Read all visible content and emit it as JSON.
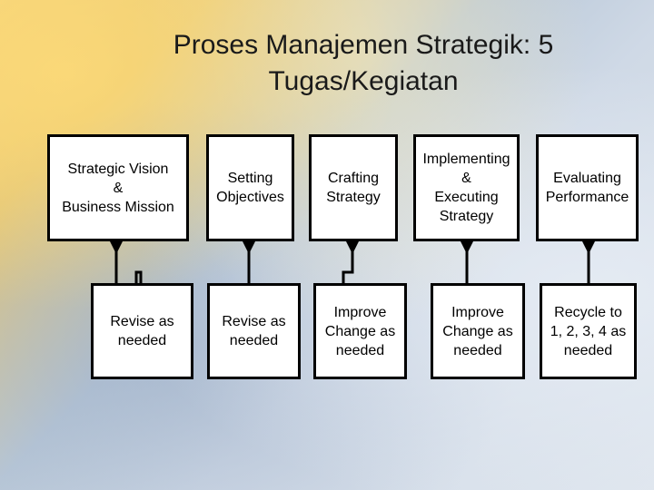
{
  "title": "Proses Manajemen Strategik: 5 Tugas/Kegiatan",
  "tasks": [
    {
      "label": "Strategic Vision\n&\nBusiness Mission"
    },
    {
      "label": "Setting\nObjectives"
    },
    {
      "label": "Crafting\nStrategy"
    },
    {
      "label": "Implementing\n&\nExecuting\nStrategy"
    },
    {
      "label": "Evaluating\nPerformance"
    }
  ],
  "feedback": [
    {
      "label": "Revise  as\nneeded"
    },
    {
      "label": "Revise  as\nneeded"
    },
    {
      "label": "Improve\nChange  as\nneeded"
    },
    {
      "label": "Improve\nChange  as\nneeded"
    },
    {
      "label": "Recycle to\n1, 2, 3, 4 as\nneeded"
    }
  ],
  "colors": {
    "box_border": "#000000",
    "box_fill": "#ffffff",
    "connector": "#000000"
  }
}
